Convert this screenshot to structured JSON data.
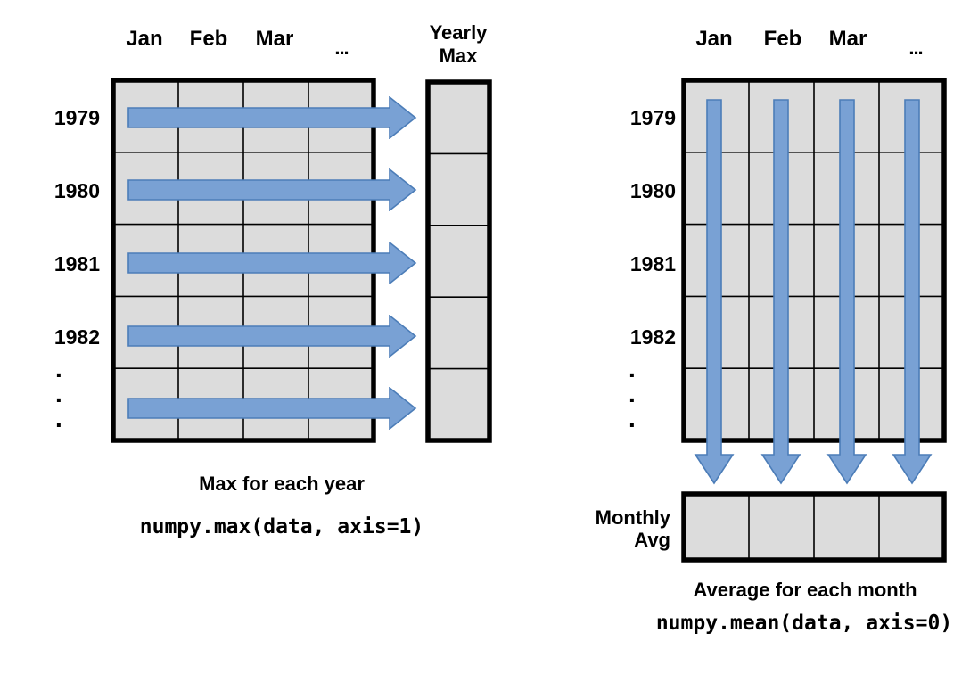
{
  "colors": {
    "page_bg": "#ffffff",
    "cell_fill": "#dcdcdc",
    "grid_line": "#000000",
    "arrow_fill": "#79a1d4",
    "arrow_stroke": "#4c7db8",
    "text": "#000000"
  },
  "left": {
    "months": [
      "Jan",
      "Feb",
      "Mar",
      "..."
    ],
    "years": [
      "1979",
      "1980",
      "1981",
      "1982"
    ],
    "dots": [
      ".",
      ".",
      "."
    ],
    "result_header": [
      "Yearly",
      "Max"
    ],
    "caption": "Max for each year",
    "code": "numpy.max(data, axis=1)"
  },
  "right": {
    "months": [
      "Jan",
      "Feb",
      "Mar",
      "..."
    ],
    "years": [
      "1979",
      "1980",
      "1981",
      "1982"
    ],
    "dots": [
      ".",
      ".",
      "."
    ],
    "result_label": [
      "Monthly",
      "Avg"
    ],
    "caption": "Average for each month",
    "code": "numpy.mean(data, axis=0)"
  }
}
